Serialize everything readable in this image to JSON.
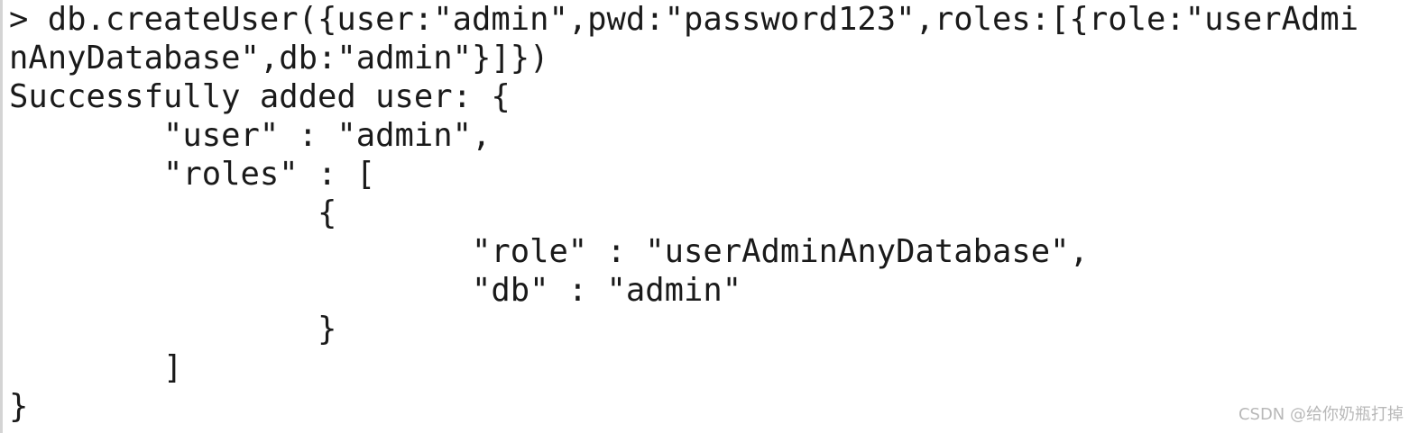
{
  "terminal": {
    "lines": [
      "> db.createUser({user:\"admin\",pwd:\"password123\",roles:[{role:\"userAdmi",
      "nAnyDatabase\",db:\"admin\"}]})",
      "Successfully added user: {",
      "        \"user\" : \"admin\",",
      "        \"roles\" : [",
      "                {",
      "                        \"role\" : \"userAdminAnyDatabase\",",
      "                        \"db\" : \"admin\"",
      "                }",
      "        ]",
      "}"
    ]
  },
  "watermark": {
    "text": "CSDN @给你奶瓶打掉"
  }
}
